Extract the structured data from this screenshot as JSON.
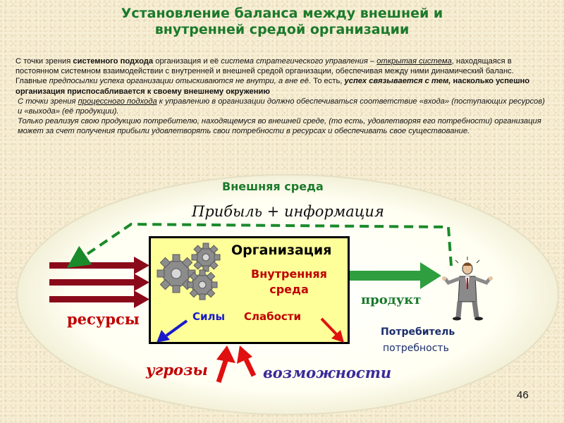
{
  "title": {
    "line1": "Установление баланса между внешней и",
    "line2": "внутренней средой организации"
  },
  "text": {
    "p1": {
      "s1": "С точки зрения ",
      "s2": "системного подхода",
      "s3": " организация и её ",
      "s4": "система стратегического управления",
      "s5": " – ",
      "s6": "открытая система",
      "s7": ", находящаяся в постоянном системном взаимодействии с внутренней и внешней средой организации, обеспечивая между ними динамический баланс."
    },
    "p2": {
      "s1": "Главные ",
      "s2": "предпосылки успеха организации отыскиваются не внутри, а вне её",
      "s3": ". То есть, ",
      "s4": "успех связывается с тем,",
      "s5": " насколько успешно организация приспосабливается к своему внешнему окружению"
    },
    "p3": {
      "s1": "С точки зрения ",
      "s2": "процессного подхода",
      "s3": " к управлению в организации должно обеспечиваться соответствие «входа» (поступающих ресурсов) и «выхода» (её продукции)."
    },
    "p4": "Только реализуя свою продукцию потребителю, находящемуся во внешней среде, (то есть, удовлетворяя его потребности) организация может за счет получения прибыли удовлетворять свои потребности в ресурсах и обеспечивать свое существование."
  },
  "diagram": {
    "external_env": "Внешняя среда",
    "profit_info": "Прибыль + информация",
    "organization": "Организация",
    "internal_env_line1": "Внутренняя",
    "internal_env_line2": "среда",
    "strengths": "Силы",
    "weaknesses": "Слабости",
    "resources": "ресурсы",
    "product": "продукт",
    "consumer": "Потребитель",
    "need": "потребность",
    "threats": "угрозы",
    "opportunities": "возможности"
  },
  "page_number": "46",
  "colors": {
    "title_green": "#1b7a2b",
    "ellipse_fill": "#fffff0",
    "org_fill": "#ffff99",
    "resource_arrow": "#8b0a1a",
    "product_arrow": "#2e9e3e",
    "dashed_arrow": "#1b8a2b",
    "threat_arrow": "#e01010",
    "opportunity_arrow": "#e01010",
    "strength_arrow": "#1a1acc",
    "weakness_arrow": "#e01010"
  },
  "icons": [
    "gears-icon",
    "businessman-icon"
  ]
}
